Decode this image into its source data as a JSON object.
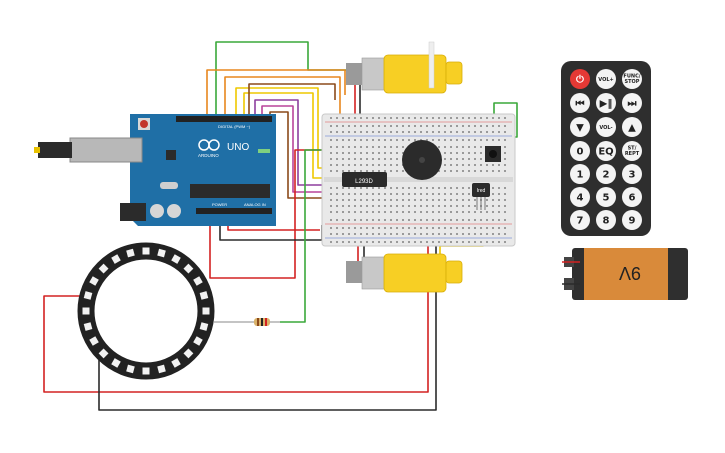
{
  "arduino": {
    "model": "UNO",
    "brand": "ARDUINO",
    "header_digital": "DIGITAL (PWM ~)",
    "header_power": "POWER",
    "header_analog": "ANALOG IN"
  },
  "driver_chip": {
    "label": "L293D"
  },
  "ir_sensor": {
    "label": "Ired"
  },
  "battery": {
    "label": "9V"
  },
  "remote": {
    "buttons": [
      {
        "label": "⏻",
        "kind": "power"
      },
      {
        "label": "VOL+",
        "kind": "normal"
      },
      {
        "label": "FUNC/ STOP",
        "kind": "normal"
      },
      {
        "label": "⏮",
        "kind": "normal"
      },
      {
        "label": "▶‖",
        "kind": "normal"
      },
      {
        "label": "⏭",
        "kind": "normal"
      },
      {
        "label": "▼",
        "kind": "normal"
      },
      {
        "label": "VOL-",
        "kind": "normal"
      },
      {
        "label": "▲",
        "kind": "normal"
      },
      {
        "label": "0",
        "kind": "normal"
      },
      {
        "label": "EQ",
        "kind": "normal"
      },
      {
        "label": "ST/ REPT",
        "kind": "normal"
      },
      {
        "label": "1",
        "kind": "normal"
      },
      {
        "label": "2",
        "kind": "normal"
      },
      {
        "label": "3",
        "kind": "normal"
      },
      {
        "label": "4",
        "kind": "normal"
      },
      {
        "label": "5",
        "kind": "normal"
      },
      {
        "label": "6",
        "kind": "normal"
      },
      {
        "label": "7",
        "kind": "normal"
      },
      {
        "label": "8",
        "kind": "normal"
      },
      {
        "label": "9",
        "kind": "normal"
      }
    ]
  },
  "colors": {
    "arduino_blue": "#1f6fa6",
    "motor_yellow": "#f7cf24",
    "wire_red": "#d32222",
    "wire_green": "#3aa83a",
    "wire_black": "#2b2b2b",
    "wire_yellow": "#eec800",
    "wire_orange": "#e8871e",
    "wire_purple": "#8d3f9e",
    "remote_body": "#2e2e2e",
    "battery_orange": "#d98a3a"
  }
}
